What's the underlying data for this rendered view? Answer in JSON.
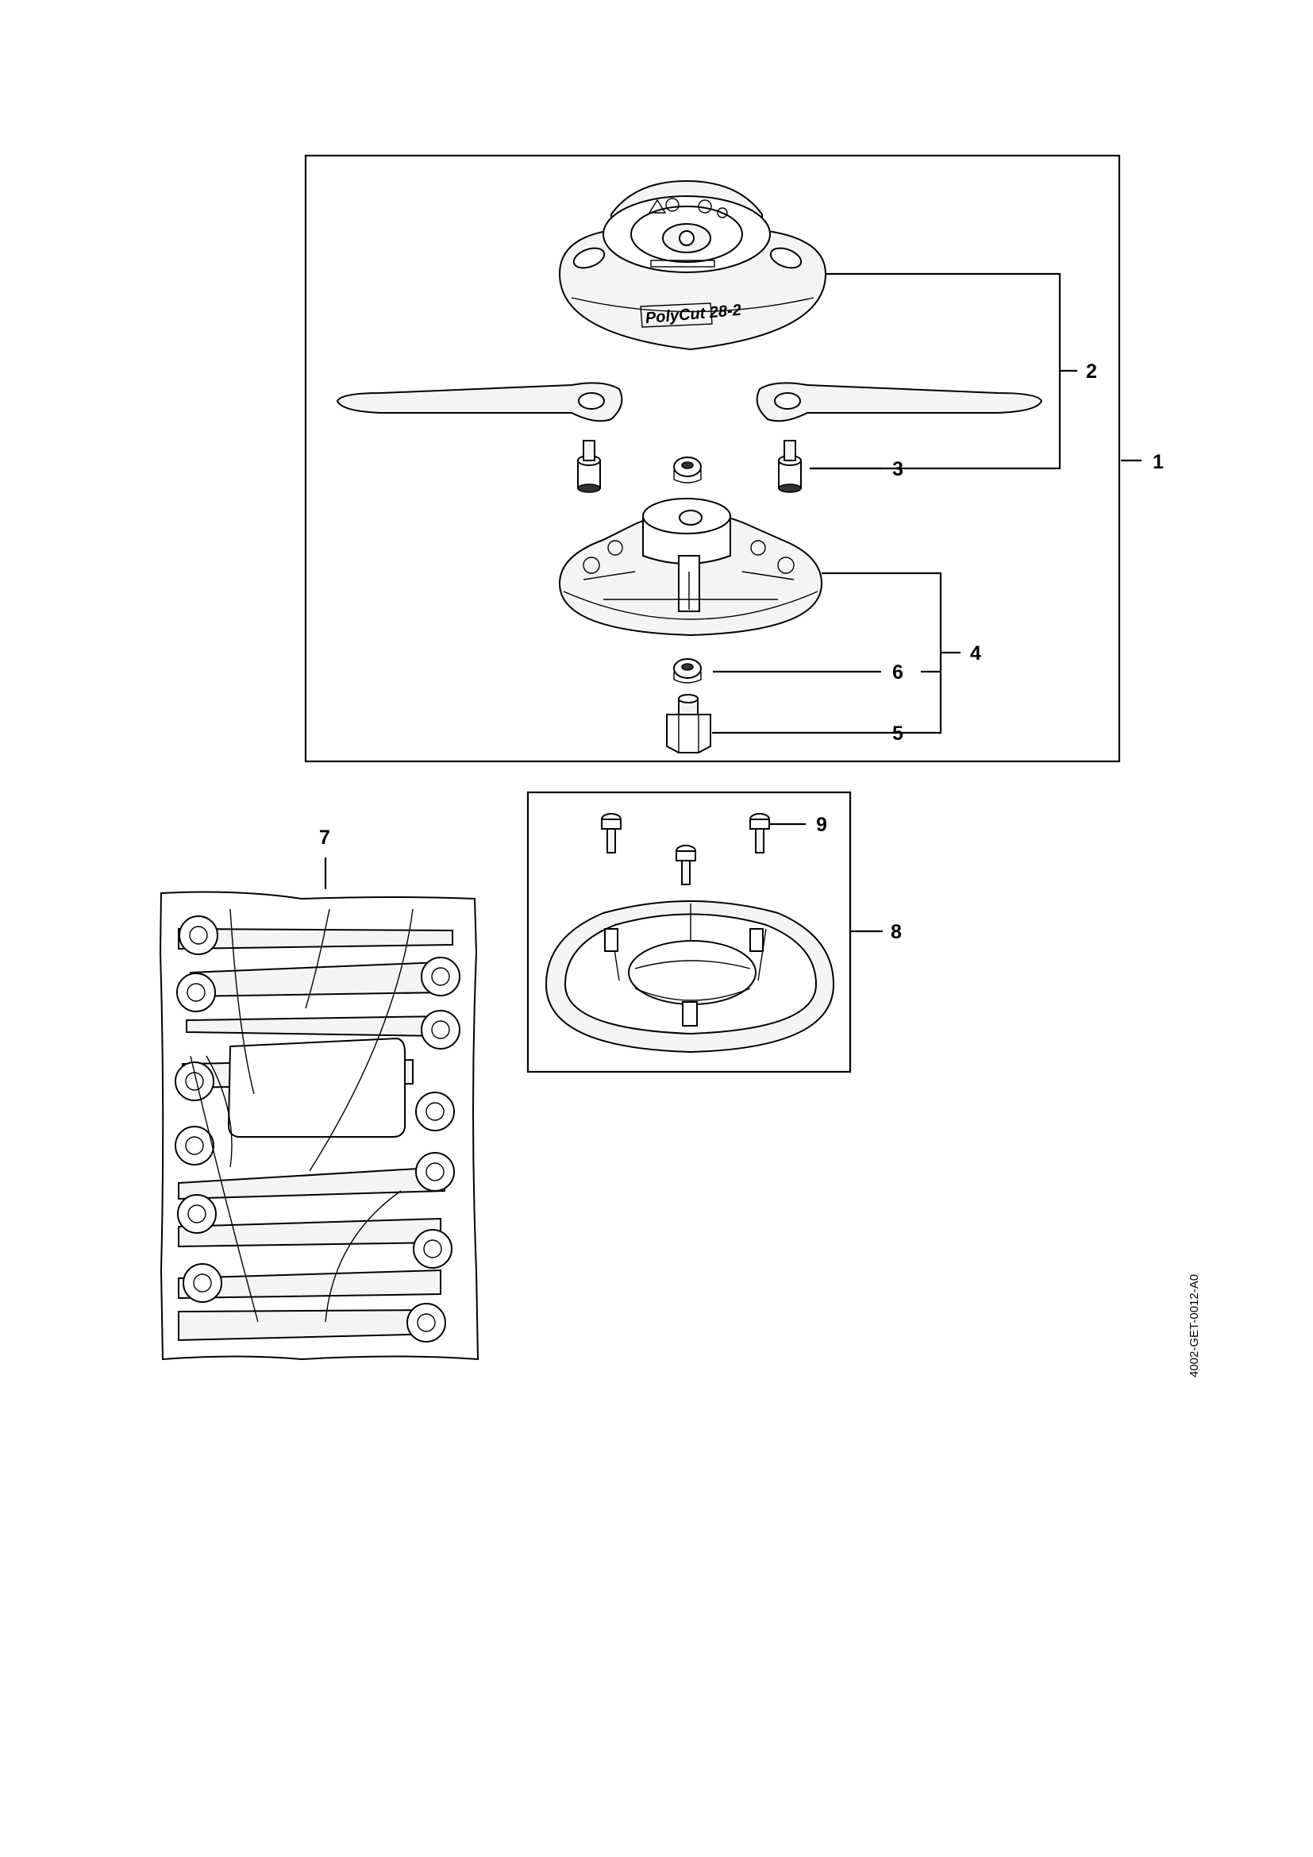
{
  "callouts": {
    "c1": "1",
    "c2": "2",
    "c3": "3",
    "c4": "4",
    "c5": "5",
    "c6": "6",
    "c7": "7",
    "c8": "8",
    "c9": "9"
  },
  "product_label": "PolyCut 28-2",
  "drawing_code": "4002-GET-0012-A0"
}
